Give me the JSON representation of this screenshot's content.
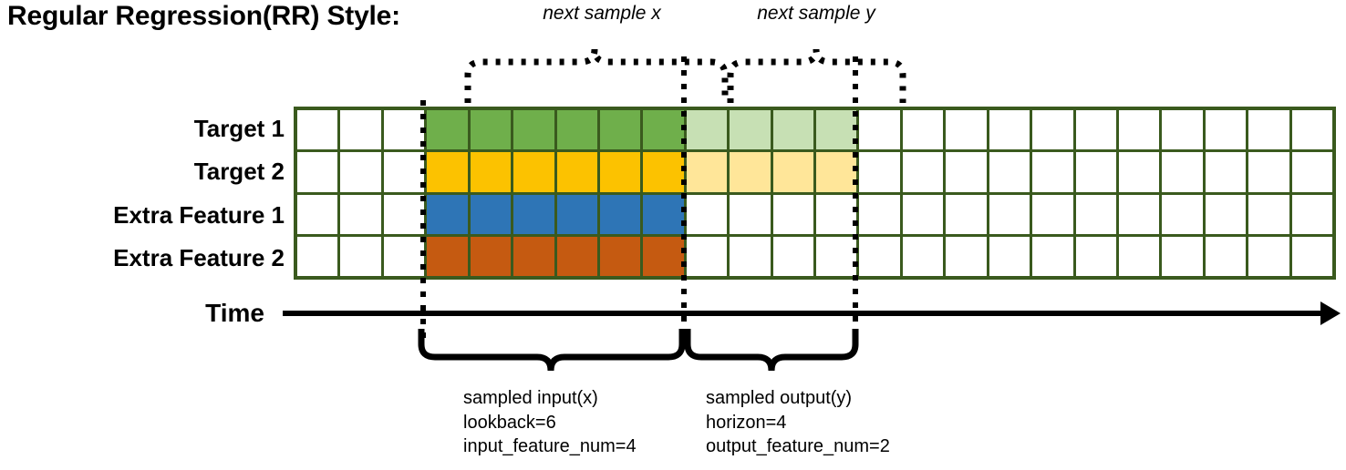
{
  "title": "Regular Regression(RR) Style:",
  "annotations": {
    "top_left": "next sample x",
    "top_right": "next sample y"
  },
  "axis": {
    "time_label": "Time",
    "arrow_icon": "right-arrow-icon"
  },
  "rows": [
    {
      "label": "Target 1",
      "key": "target1"
    },
    {
      "label": "Target 2",
      "key": "target2"
    },
    {
      "label": "Extra Feature 1",
      "key": "extra1"
    },
    {
      "label": "Extra Feature 2",
      "key": "extra2"
    }
  ],
  "grid": {
    "columns": 24,
    "input_start_col": 3,
    "input_cols": 6,
    "output_start_col": 9,
    "output_cols": 4,
    "cells": {
      "target1": [
        "white",
        "white",
        "white",
        "green",
        "green",
        "green",
        "green",
        "green",
        "green",
        "lgreen",
        "lgreen",
        "lgreen",
        "lgreen",
        "white",
        "white",
        "white",
        "white",
        "white",
        "white",
        "white",
        "white",
        "white",
        "white",
        "white"
      ],
      "target2": [
        "white",
        "white",
        "white",
        "yellow",
        "yellow",
        "yellow",
        "yellow",
        "yellow",
        "yellow",
        "lyellow",
        "lyellow",
        "lyellow",
        "lyellow",
        "white",
        "white",
        "white",
        "white",
        "white",
        "white",
        "white",
        "white",
        "white",
        "white",
        "white"
      ],
      "extra1": [
        "white",
        "white",
        "white",
        "blue",
        "blue",
        "blue",
        "blue",
        "blue",
        "blue",
        "white",
        "white",
        "white",
        "white",
        "white",
        "white",
        "white",
        "white",
        "white",
        "white",
        "white",
        "white",
        "white",
        "white",
        "white"
      ],
      "extra2": [
        "white",
        "white",
        "white",
        "orange",
        "orange",
        "orange",
        "orange",
        "orange",
        "orange",
        "white",
        "white",
        "white",
        "white",
        "white",
        "white",
        "white",
        "white",
        "white",
        "white",
        "white",
        "white",
        "white",
        "white",
        "white"
      ]
    }
  },
  "captions": {
    "input": "sampled input(x)\nlookback=6\ninput_feature_num=4",
    "output": "sampled output(y)\nhorizon=4\noutput_feature_num=2"
  },
  "colors": {
    "grid_border": "#3A5A1E",
    "green": "#6FAF4B",
    "light_green": "#C7E0B4",
    "yellow": "#FCC200",
    "light_yellow": "#FFE699",
    "blue": "#2E75B6",
    "orange": "#C55A11",
    "white": "#FFFFFF",
    "line": "#000000"
  }
}
